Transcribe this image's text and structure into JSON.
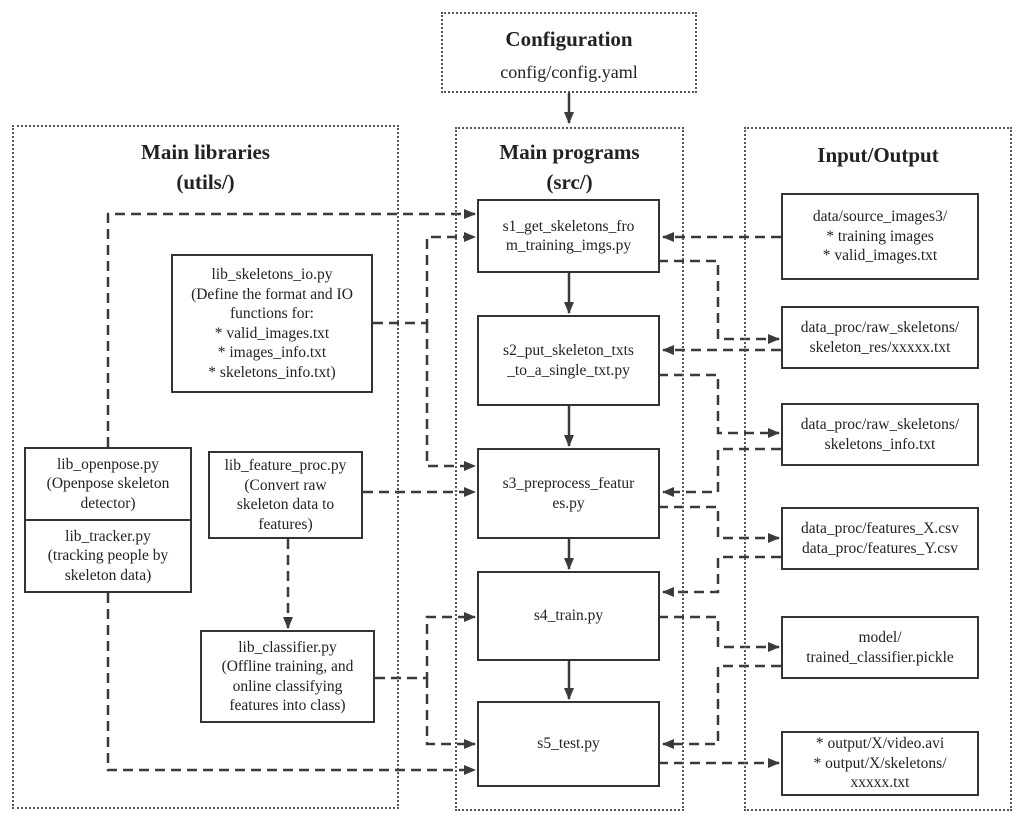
{
  "config": {
    "title": "Configuration",
    "path": "config/config.yaml"
  },
  "libraries": {
    "title_line1": "Main libraries",
    "title_line2": "(utils/)",
    "skeletons_io": [
      "lib_skeletons_io.py",
      "(Define the format and IO",
      "functions for:",
      "* valid_images.txt",
      "* images_info.txt",
      "* skeletons_info.txt)"
    ],
    "openpose": [
      "lib_openpose.py",
      "(Openpose skeleton",
      "detector)"
    ],
    "tracker": [
      "lib_tracker.py",
      "(tracking people by",
      "skeleton data)"
    ],
    "feature_proc": [
      "lib_feature_proc.py",
      "(Convert raw",
      "skeleton data to",
      "features)"
    ],
    "classifier": [
      "lib_classifier.py",
      "(Offline training, and",
      "online classifying",
      "features into class)"
    ]
  },
  "programs": {
    "title_line1": "Main programs",
    "title_line2": "(src/)",
    "s1": [
      "s1_get_skeletons_fro",
      "m_training_imgs.py"
    ],
    "s2": [
      "s2_put_skeleton_txts",
      "_to_a_single_txt.py"
    ],
    "s3": [
      "s3_preprocess_featur",
      "es.py"
    ],
    "s4": [
      "s4_train.py"
    ],
    "s5": [
      "s5_test.py"
    ]
  },
  "io": {
    "title": "Input/Output",
    "source_images": [
      "data/source_images3/",
      "* training images",
      "* valid_images.txt"
    ],
    "skeleton_res": [
      "data_proc/raw_skeletons/",
      "skeleton_res/xxxxx.txt"
    ],
    "skeletons_info": [
      "data_proc/raw_skeletons/",
      "skeletons_info.txt"
    ],
    "features": [
      "data_proc/features_X.csv",
      "data_proc/features_Y.csv"
    ],
    "model": [
      "model/",
      "trained_classifier.pickle"
    ],
    "output": [
      "* output/X/video.avi",
      "* output/X/skeletons/",
      "xxxxx.txt"
    ]
  },
  "colors": {
    "line": "#3a3a3a",
    "border": "#333333",
    "text": "#222222"
  }
}
